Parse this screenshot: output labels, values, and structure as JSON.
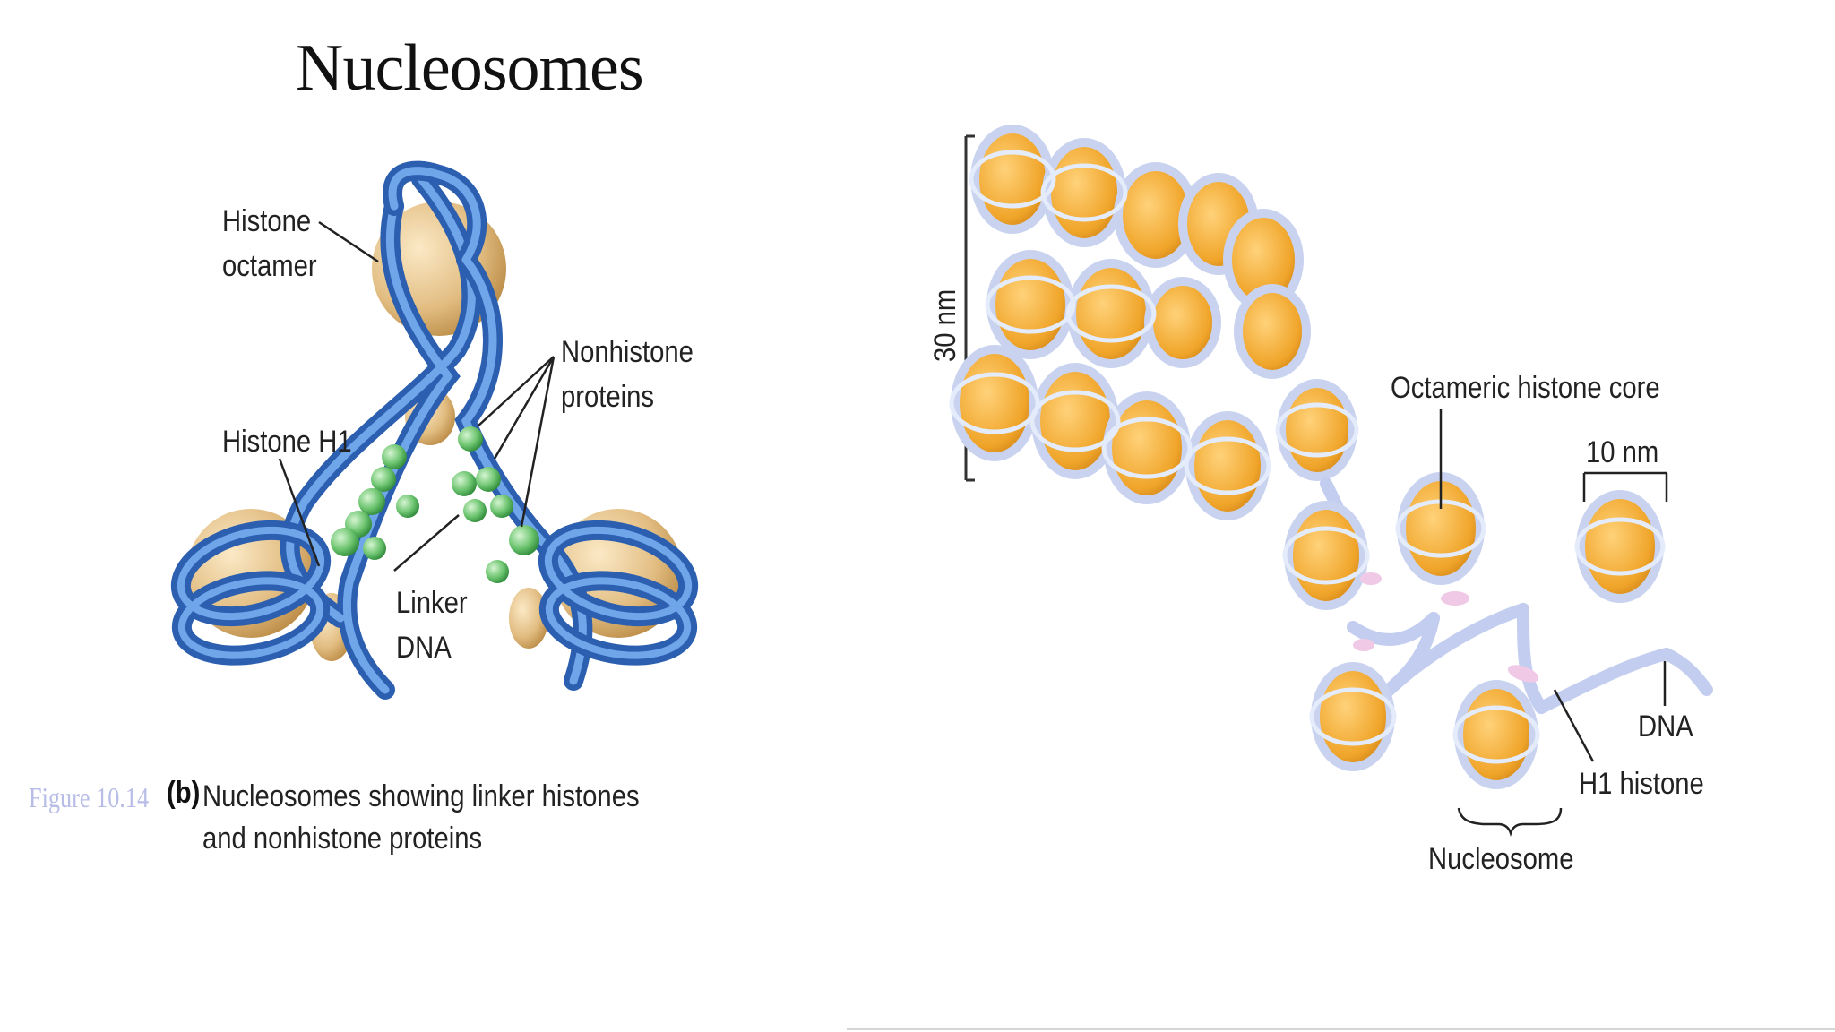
{
  "title": "Nucleosomes",
  "left_diagram": {
    "labels": {
      "histone_octamer": "Histone octamer",
      "nonhistone_proteins": "Nonhistone proteins",
      "histone_h1": "Histone H1",
      "linker_dna": "Linker DNA"
    },
    "figure_number": "Figure 10.14",
    "caption_letter": "(b)",
    "caption": "Nucleosomes showing linker histones and nonhistone proteins"
  },
  "right_diagram": {
    "labels": {
      "thirty_nm": "30 nm",
      "octameric_core": "Octameric histone core",
      "ten_nm": "10 nm",
      "dna": "DNA",
      "h1_histone": "H1 histone",
      "nucleosome": "Nucleosome"
    }
  },
  "colors": {
    "histone_core": "#f0a52a",
    "histone_tan": "#e6c48c",
    "dna_blue": "#3f78c8",
    "dna_light": "#c9d3f0",
    "nonhistone_green": "#66bb6a"
  }
}
